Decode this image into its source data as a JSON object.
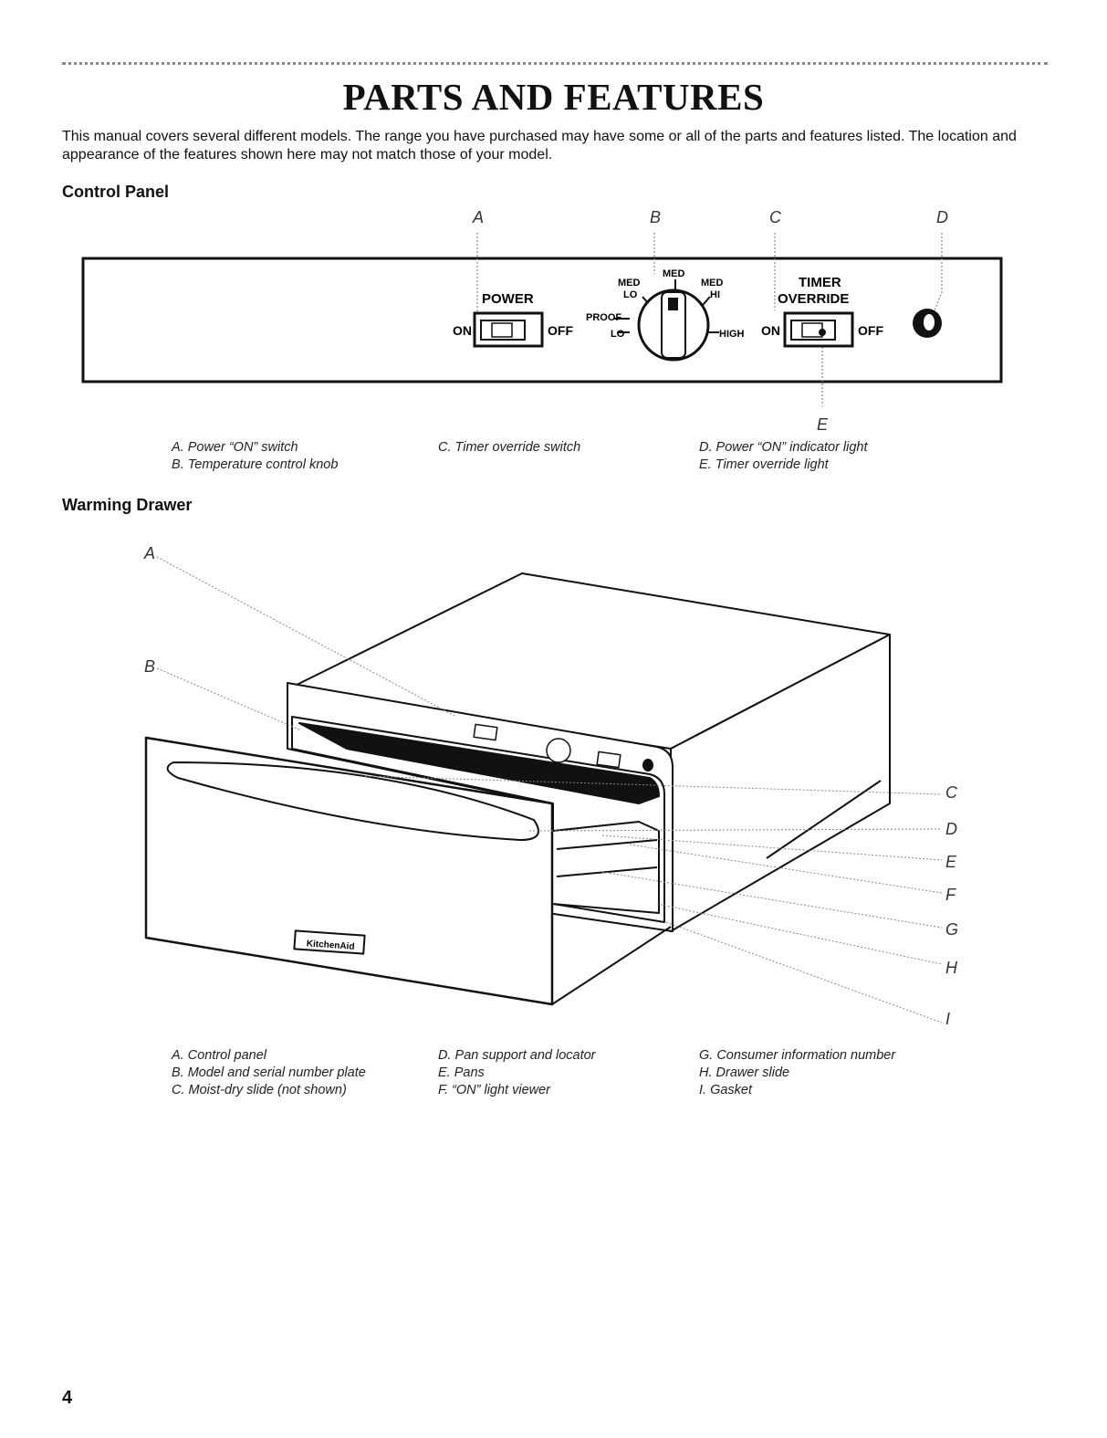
{
  "page": {
    "title": "PARTS AND FEATURES",
    "intro": "This manual covers several different models. The range you have purchased may have some or all of the parts and features listed. The location and appearance of the features shown here may not match those of your model.",
    "page_number": "4"
  },
  "control_panel": {
    "heading": "Control Panel",
    "callouts": [
      "A",
      "B",
      "C",
      "D",
      "E"
    ],
    "panel_labels": {
      "power": "POWER",
      "on": "ON",
      "off": "OFF",
      "med": "MED",
      "med_lo": "MED\nLO",
      "med_hi": "MED\nHI",
      "proof": "PROOF",
      "lo": "LO",
      "high": "HIGH",
      "timer": "TIMER",
      "override": "OVERRIDE",
      "timer_on": "ON",
      "timer_off": "OFF"
    },
    "captions": {
      "col1": [
        "A. Power “ON” switch",
        "B. Temperature control knob"
      ],
      "col2": [
        "C. Timer override switch"
      ],
      "col3": [
        "D. Power “ON” indicator light",
        "E. Timer override light"
      ]
    }
  },
  "warming_drawer": {
    "heading": "Warming Drawer",
    "callouts": [
      "A",
      "B",
      "C",
      "D",
      "E",
      "F",
      "G",
      "H",
      "I"
    ],
    "brand": "KitchenAid",
    "captions": {
      "col1": [
        "A. Control panel",
        "B. Model and serial number plate",
        "C. Moist-dry slide (not shown)"
      ],
      "col2": [
        "D. Pan support and locator",
        "E. Pans",
        "F. “ON” light viewer"
      ],
      "col3": [
        "G. Consumer information number",
        "H. Drawer slide",
        "I. Gasket"
      ]
    }
  }
}
